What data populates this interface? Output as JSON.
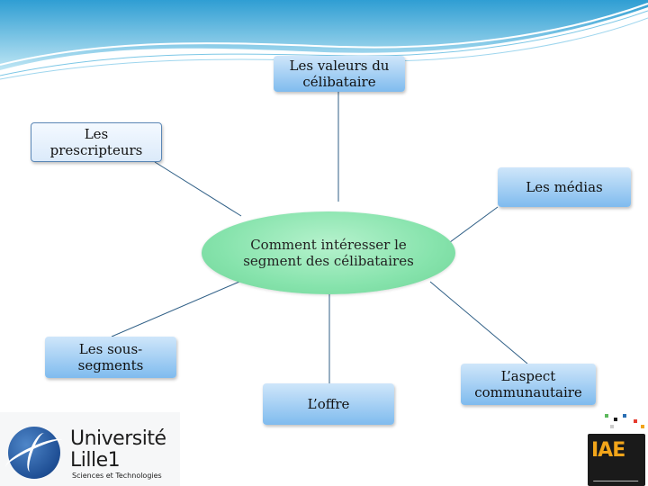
{
  "hub": {
    "label": "Comment intéresser le segment des célibataires"
  },
  "nodes": {
    "valeurs": "Les valeurs du célibataire",
    "prescripteurs": "Les prescripteurs",
    "medias": "Les médias",
    "sous_segments": "Les sous-segments",
    "offre": "L’offre",
    "communautaire": "L’aspect communautaire"
  },
  "logos": {
    "universite": {
      "name": "Université Lille1",
      "tagline": "Sciences et Technologies"
    },
    "iae": {
      "name": "IAE"
    }
  },
  "colors": {
    "box_fill": "#7fbbee",
    "hub_fill": "#86e3ac",
    "connector": "#2f5f86",
    "wave": "#3aa8d8"
  }
}
